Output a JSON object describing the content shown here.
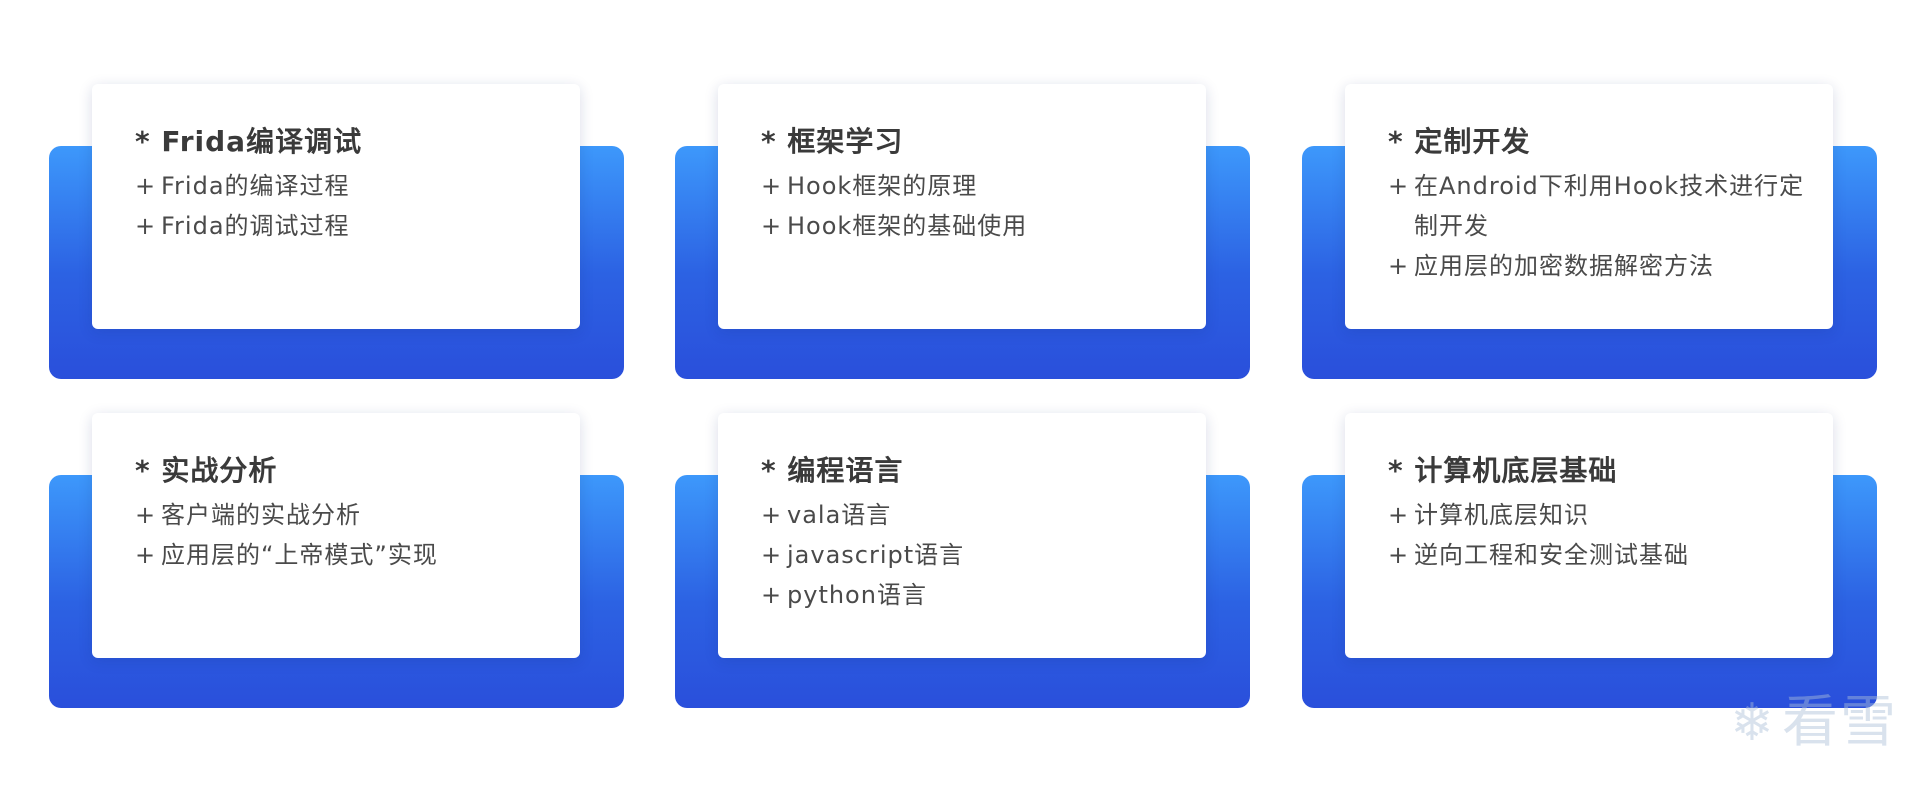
{
  "cards": [
    {
      "title": "* Frida编译调试",
      "items": [
        "Frida的编译过程",
        "Frida的调试过程"
      ]
    },
    {
      "title": "* 框架学习",
      "items": [
        "Hook框架的原理",
        "Hook框架的基础使用"
      ]
    },
    {
      "title": "* 定制开发",
      "items": [
        "在Android下利用Hook技术进行定制开发",
        "应用层的加密数据解密方法"
      ]
    },
    {
      "title": "* 实战分析",
      "items": [
        "客户端的实战分析",
        "应用层的“上帝模式”实现"
      ]
    },
    {
      "title": "* 编程语言",
      "items": [
        "vala语言",
        "javascript语言",
        "python语言"
      ]
    },
    {
      "title": "* 计算机底层基础",
      "items": [
        "计算机底层知识",
        "逆向工程和安全测试基础"
      ]
    }
  ],
  "watermark": {
    "icon": "snowflake-icon",
    "text": "看雪"
  },
  "colors": {
    "gradient_top": "#3d98fb",
    "gradient_bottom": "#2a4fdb",
    "card_bg": "#ffffff",
    "title_text": "#3a3a3a",
    "item_text": "#4a4a4a"
  }
}
